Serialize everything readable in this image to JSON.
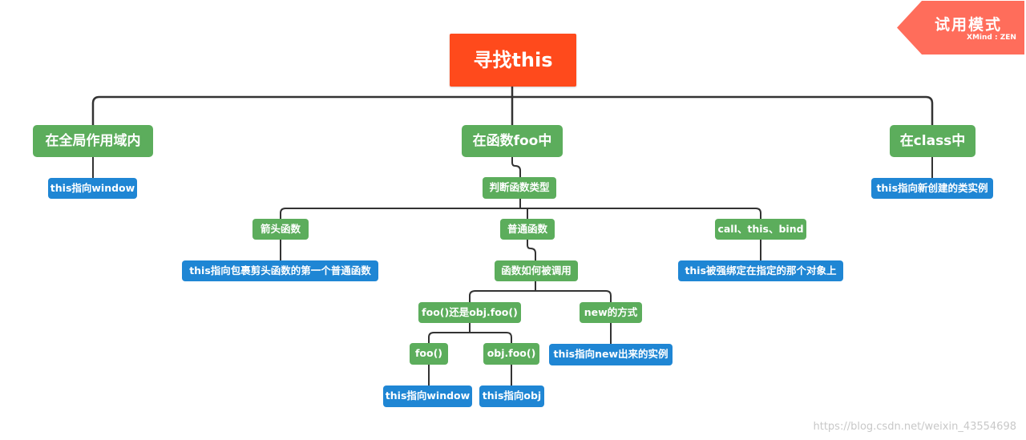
{
  "root": {
    "label": "寻找this"
  },
  "branches": {
    "global": {
      "label": "在全局作用域内",
      "leaf": "this指向window"
    },
    "func": {
      "label": "在函数foo中",
      "judge": "判断函数类型",
      "arrow": {
        "label": "箭头函数",
        "leaf": "this指向包裹剪头函数的第一个普通函数"
      },
      "normal": {
        "label": "普通函数",
        "how": "函数如何被调用",
        "call_style": {
          "label": "foo()还是obj.foo()",
          "foo": {
            "label": "foo()",
            "leaf": "this指向window"
          },
          "objfoo": {
            "label": "obj.foo()",
            "leaf": "this指向obj"
          }
        },
        "new_style": {
          "label": "new的方式",
          "leaf": "this指向new出来的实例"
        }
      },
      "bindcall": {
        "label": "call、this、bind",
        "leaf": "this被强绑定在指定的那个对象上"
      }
    },
    "class": {
      "label": "在class中",
      "leaf": "this指向新创建的类实例"
    }
  },
  "trial_badge": {
    "title": "试用模式",
    "brand": "XMind : ZEN"
  },
  "watermark": "https://blog.csdn.net/weixin_43554698",
  "colors": {
    "root": "#ff4a1c",
    "topic": "#5cad5c",
    "leaf": "#1f86d4",
    "line": "#333333",
    "badge": "#ff6d5b"
  }
}
